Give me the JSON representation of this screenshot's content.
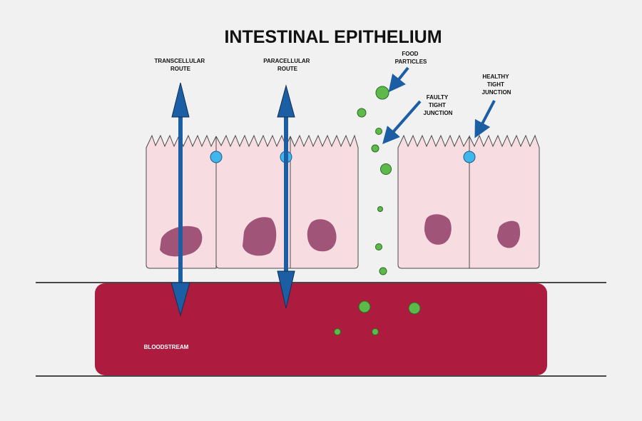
{
  "title": "INTESTINAL EPITHELIUM",
  "labels": {
    "transcellular_line1": "TRANSCELLULAR",
    "transcellular_line2": "ROUTE",
    "paracellular_line1": "PARACELLULAR",
    "paracellular_line2": "ROUTE",
    "food_line1": "FOOD",
    "food_line2": "PARTICLES",
    "faulty_line1": "FAULTY",
    "faulty_line2": "TIGHT",
    "faulty_line3": "JUNCTION",
    "healthy_line1": "HEALTHY",
    "healthy_line2": "TIGHT",
    "healthy_line3": "JUNCTION",
    "bloodstream": "BLOODSTREAM"
  },
  "colors": {
    "background": "#f1f1f2",
    "cell_fill": "#f7dde2",
    "cell_stroke": "#4a4a4a",
    "nucleus": "#a05478",
    "junction": "#3fb7ea",
    "particle": "#5db94a",
    "arrow": "#1b5ea3",
    "bloodstream": "#ad1c3e"
  }
}
